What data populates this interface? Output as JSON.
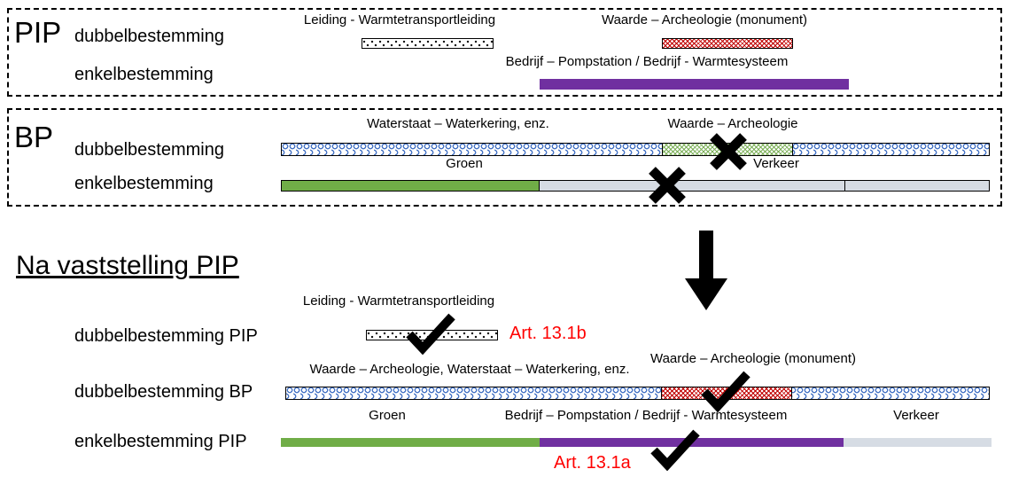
{
  "colors": {
    "purple": "#7030A0",
    "green": "#70AD47",
    "light_gray": "#D6DCE4",
    "wave_blue": "#4472C4",
    "hatch_red": "#C00000",
    "hatch_green": "#7FB25C",
    "red_text": "#FF0000"
  },
  "pip_box": {
    "title": "PIP",
    "row_dubbel": "dubbelbestemming",
    "row_enkel": "enkelbestemming",
    "leiding_label": "Leiding - Warmtetransportleiding",
    "waarde_label": "Waarde – Archeologie (monument)",
    "bedrijf_label": "Bedrijf – Pompstation / Bedrijf - Warmtesysteem"
  },
  "bp_box": {
    "title": "BP",
    "row_dubbel": "dubbelbestemming",
    "row_enkel": "enkelbestemming",
    "waterstaat_label": "Waterstaat – Waterkering, enz.",
    "waarde_label": "Waarde – Archeologie",
    "groen_label": "Groen",
    "verkeer_label": "Verkeer"
  },
  "after_section": {
    "heading": "Na vaststelling PIP",
    "row1_label": "dubbelbestemming PIP",
    "row2_label": "dubbelbestemming BP",
    "row3_label": "enkelbestemming PIP",
    "leiding_label": "Leiding - Warmtetransportleiding",
    "art_13_1b": "Art. 13.1b",
    "art_13_1a": "Art. 13.1a",
    "waarde_monument_label": "Waarde – Archeologie (monument)",
    "waarde_waterstaat_label": "Waarde – Archeologie, Waterstaat – Waterkering, enz.",
    "groen_label": "Groen",
    "bedrijf_label": "Bedrijf – Pompstation / Bedrijf - Warmtesysteem",
    "verkeer_label": "Verkeer"
  }
}
